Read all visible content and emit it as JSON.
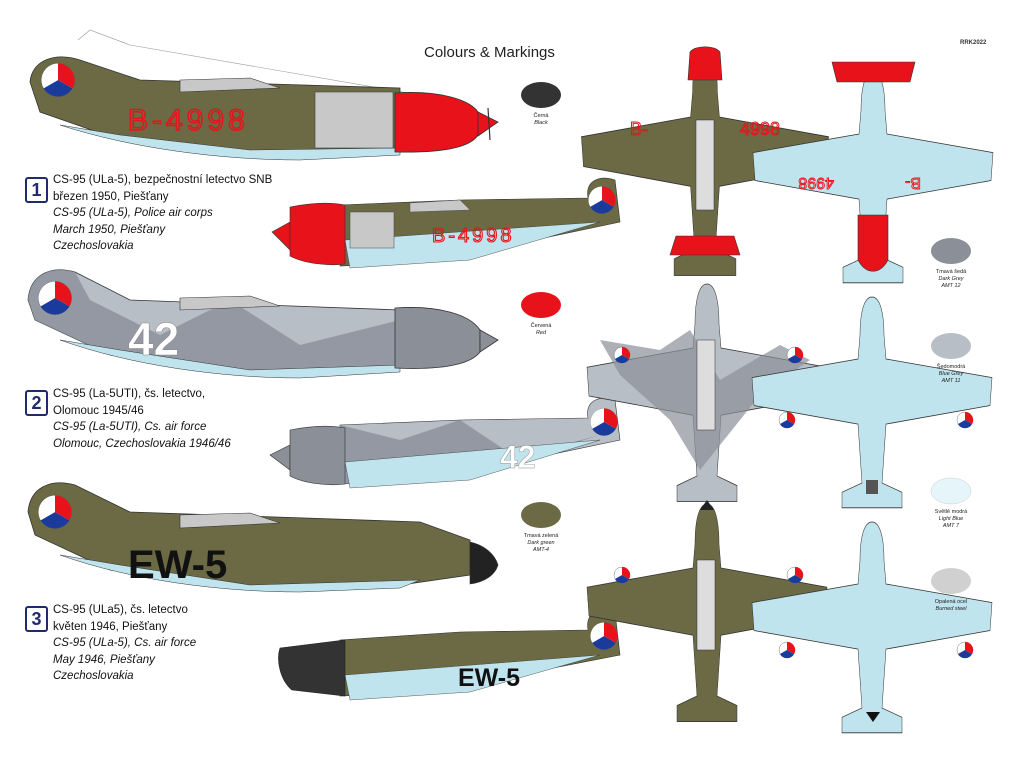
{
  "title": "Colours & Markings",
  "sheet_code": "RRK2022",
  "colors": {
    "olive": "#6b6a45",
    "red": "#e8121a",
    "light_blue": "#bfe4ee",
    "dark_grey": "#8a8f98",
    "blue_grey": "#b8bec6",
    "black": "#333333",
    "burned_steel": "#d0d0d0"
  },
  "swatches": [
    {
      "name_cz": "Černá",
      "name_en": "Black",
      "code": ""
    },
    {
      "name_cz": "Červená",
      "name_en": "Red",
      "code": ""
    },
    {
      "name_cz": "Tmavá zelená",
      "name_en": "Dark green",
      "code": "AMT-4"
    },
    {
      "name_cz": "Tmavá šedá",
      "name_en": "Dark Grey",
      "code": "AMT 12"
    },
    {
      "name_cz": "Šedomodrá",
      "name_en": "Blue Grey",
      "code": "AMT 11"
    },
    {
      "name_cz": "Světlě modrá",
      "name_en": "Light Blue",
      "code": "AMT 7"
    },
    {
      "name_cz": "Opalená ocel",
      "name_en": "Burned steel",
      "code": ""
    }
  ],
  "schemes": [
    {
      "number": "1",
      "marking": "B-4998",
      "marking_left": "B-",
      "marking_right": "4998",
      "lines_cz": [
        "CS-95 (ULa-5), bezpečnostní letectvo SNB",
        "březen 1950, Piešťany"
      ],
      "lines_en": [
        "CS-95 (ULa-5), Police air corps",
        "March 1950, Piešťany",
        "Czechoslovakia"
      ]
    },
    {
      "number": "2",
      "marking": "42",
      "lines_cz": [
        "CS-95 (La-5UTI), čs. letectvo,",
        "Olomouc 1945/46"
      ],
      "lines_en": [
        "CS-95 (La-5UTI), Cs. air force",
        "Olomouc, Czechoslovakia 1946/46"
      ]
    },
    {
      "number": "3",
      "marking": "EW-5",
      "lines_cz": [
        "CS-95 (ULa5), čs. letectvo",
        "květen 1946, Piešťany"
      ],
      "lines_en": [
        "CS-95 (ULa-5), Cs. air force",
        "May 1946, Piešťany",
        "Czechoslovakia"
      ]
    }
  ]
}
